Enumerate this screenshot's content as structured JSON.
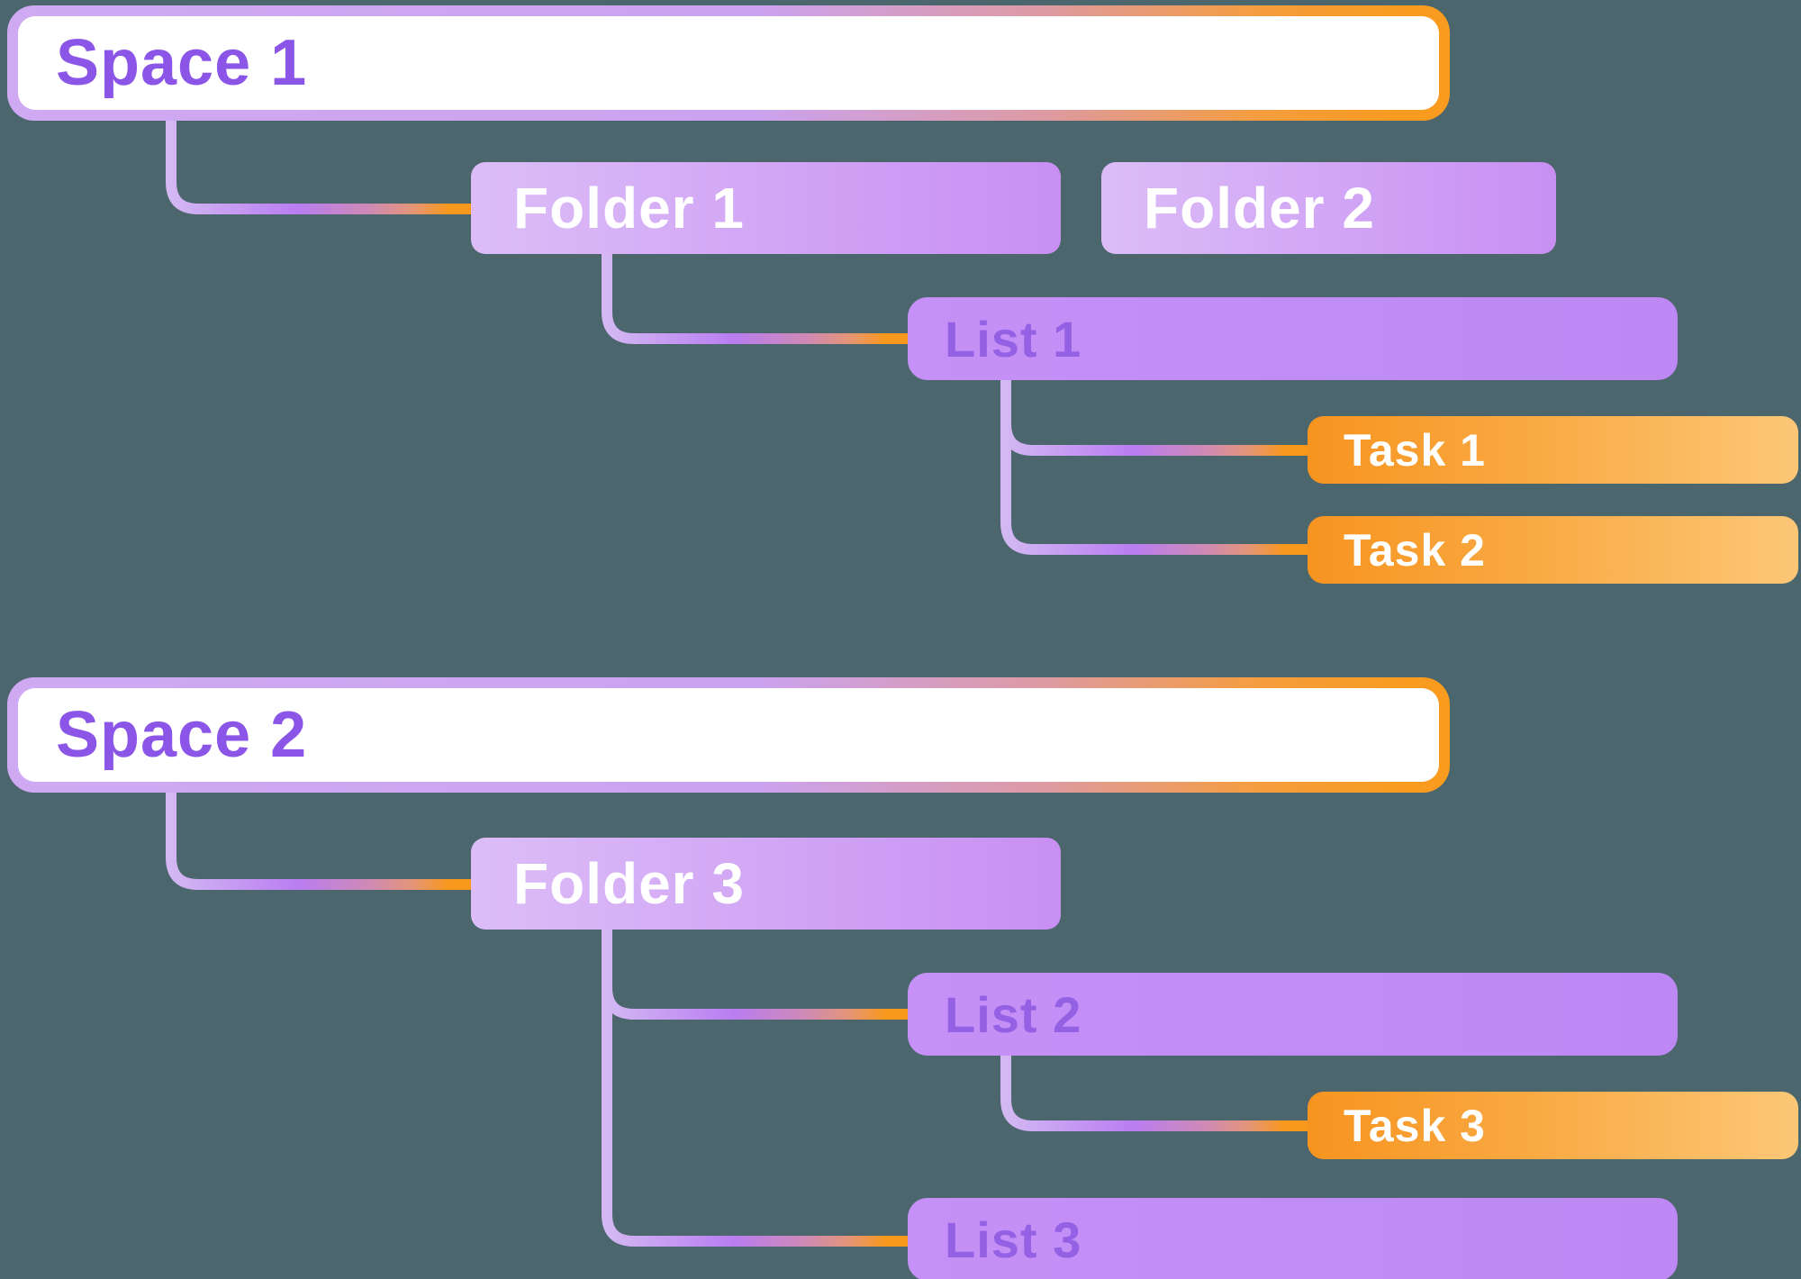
{
  "diagram": {
    "type": "hierarchy",
    "background_color": "#4c666e",
    "colors": {
      "space_border_gradient": [
        "#cfa9f2",
        "#dd9aa2",
        "#f89b1e"
      ],
      "space_fill": "#ffffff",
      "space_text": "#8b55e7",
      "folder_fill_gradient": [
        "#dcbdf7",
        "#c88ff3"
      ],
      "folder_text": "#ffffff",
      "list_fill": "#c18df5",
      "list_text": "#9561e4",
      "task_fill_gradient": [
        "#f79420",
        "#fcc777"
      ],
      "task_text": "#ffffff",
      "connector_gradient": [
        "#d3b8f3",
        "#b97df1",
        "#e49578",
        "#f8981c"
      ]
    },
    "nodes": {
      "space1": {
        "label": "Space 1",
        "level": "space"
      },
      "folder1": {
        "label": "Folder 1",
        "level": "folder"
      },
      "folder2": {
        "label": "Folder 2",
        "level": "folder"
      },
      "list1": {
        "label": "List 1",
        "level": "list"
      },
      "task1": {
        "label": "Task 1",
        "level": "task"
      },
      "task2": {
        "label": "Task 2",
        "level": "task"
      },
      "space2": {
        "label": "Space 2",
        "level": "space"
      },
      "folder3": {
        "label": "Folder 3",
        "level": "folder"
      },
      "list2": {
        "label": "List 2",
        "level": "list"
      },
      "task3": {
        "label": "Task 3",
        "level": "task"
      },
      "list3": {
        "label": "List 3",
        "level": "list"
      }
    },
    "edges": [
      {
        "from": "space1",
        "to": "folder1"
      },
      {
        "from": "folder1",
        "to": "list1"
      },
      {
        "from": "list1",
        "to": "task1"
      },
      {
        "from": "list1",
        "to": "task2"
      },
      {
        "from": "space2",
        "to": "folder3"
      },
      {
        "from": "folder3",
        "to": "list2"
      },
      {
        "from": "folder3",
        "to": "list3"
      },
      {
        "from": "list2",
        "to": "task3"
      }
    ]
  }
}
